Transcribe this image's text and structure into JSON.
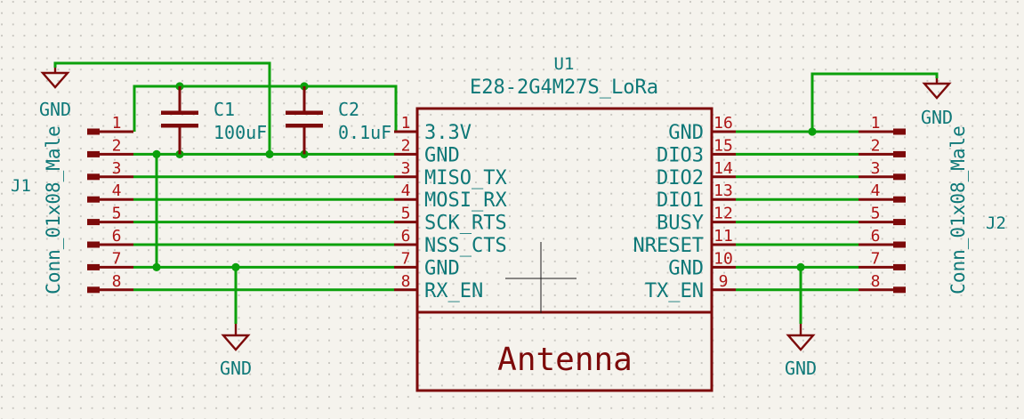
{
  "schematic": {
    "u1": {
      "reference": "U1",
      "value": "E28-2G4M27S_LoRa",
      "antenna_label": "Antenna",
      "left_pins": [
        {
          "number": "1",
          "name": "3.3V"
        },
        {
          "number": "2",
          "name": "GND"
        },
        {
          "number": "3",
          "name": "MISO_TX"
        },
        {
          "number": "4",
          "name": "MOSI_RX"
        },
        {
          "number": "5",
          "name": "SCK_RTS"
        },
        {
          "number": "6",
          "name": "NSS_CTS"
        },
        {
          "number": "7",
          "name": "GND"
        },
        {
          "number": "8",
          "name": "RX_EN"
        }
      ],
      "right_pins": [
        {
          "number": "16",
          "name": "GND"
        },
        {
          "number": "15",
          "name": "DIO3"
        },
        {
          "number": "14",
          "name": "DIO2"
        },
        {
          "number": "13",
          "name": "DIO1"
        },
        {
          "number": "12",
          "name": "BUSY"
        },
        {
          "number": "11",
          "name": "NRESET"
        },
        {
          "number": "10",
          "name": "GND"
        },
        {
          "number": "9",
          "name": "TX_EN"
        }
      ]
    },
    "j1": {
      "reference": "J1",
      "value": "Conn_01x08_Male",
      "pin_numbers": [
        "1",
        "2",
        "3",
        "4",
        "5",
        "6",
        "7",
        "8"
      ]
    },
    "j2": {
      "reference": "J2",
      "value": "Conn_01x08_Male",
      "pin_numbers": [
        "1",
        "2",
        "3",
        "4",
        "5",
        "6",
        "7",
        "8"
      ]
    },
    "c1": {
      "reference": "C1",
      "value": "100uF"
    },
    "c2": {
      "reference": "C2",
      "value": "0.1uF"
    },
    "power_labels": {
      "top_left": "GND",
      "top_right": "GND",
      "bottom_left": "GND",
      "bottom_right": "GND"
    }
  },
  "colors": {
    "background": "#F5F3ED",
    "grid_dot": "#C9C7C1",
    "wire_green": "#0CA00C",
    "symbol_maroon": "#7D0A0A",
    "pin_number_red": "#AE1414",
    "field_teal": "#0E7878",
    "crosshair": "#1A1A1A"
  }
}
